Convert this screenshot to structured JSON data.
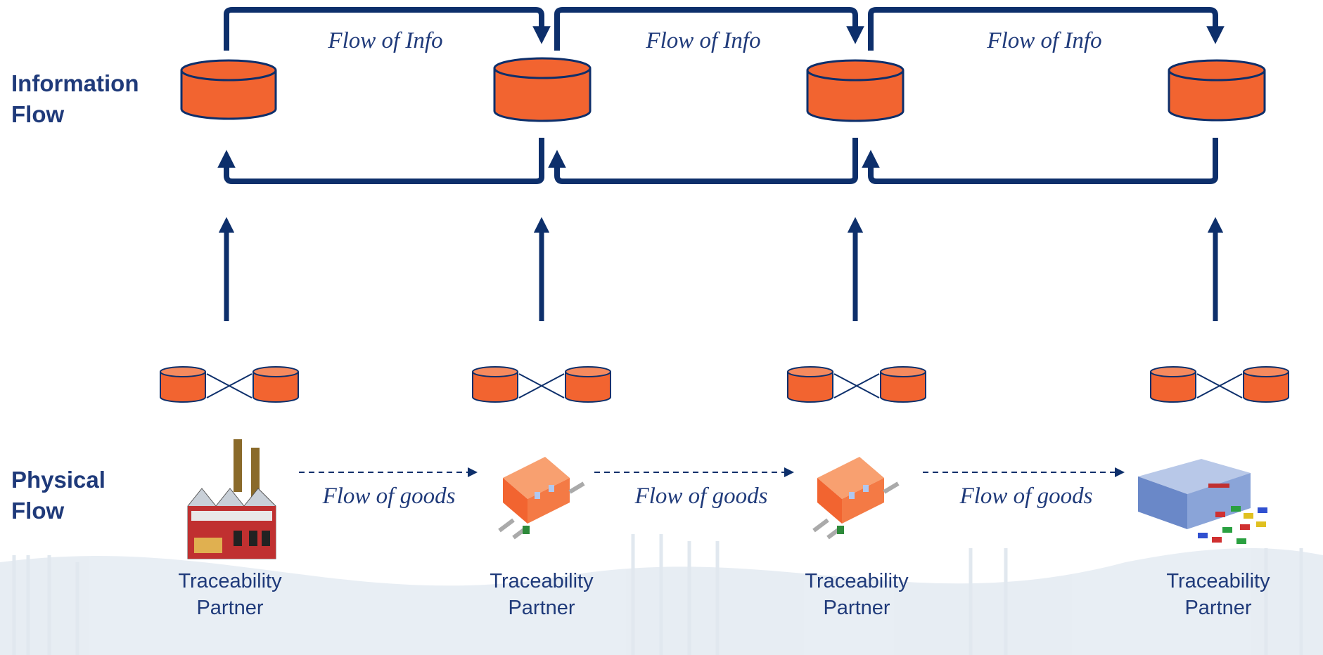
{
  "rows": {
    "information": [
      "Information",
      "Flow"
    ],
    "physical": [
      "Physical",
      "Flow"
    ]
  },
  "info_flow_label": "Flow of  Info",
  "goods_flow_label": "Flow of goods",
  "partner_label": [
    "Traceability",
    "Partner"
  ],
  "colors": {
    "navy": "#0d2f6b",
    "db_fill": "#f26430",
    "db_stroke": "#0d2f6b",
    "text": "#1f3a7a"
  },
  "icons": [
    "factory-icon",
    "warehouse-icon",
    "warehouse-icon",
    "retail-store-icon"
  ]
}
